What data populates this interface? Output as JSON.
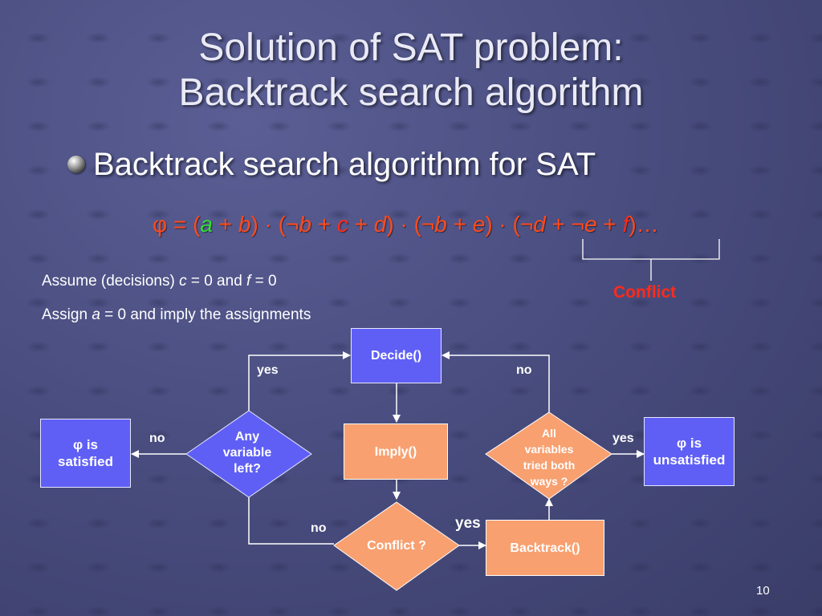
{
  "title": {
    "line1": "Solution of SAT problem:",
    "line2": "Backtrack search algorithm"
  },
  "bullet": "Backtrack search algorithm for SAT",
  "formula": {
    "p1": "φ = (",
    "a": "a",
    "p2": " + ",
    "b1": "b",
    "p3": ") · (¬",
    "b2": "b",
    "p4": " + ",
    "c": "c",
    "p5": " + ",
    "d1": "d",
    "p6": ") · (¬",
    "b3": "b",
    "p7": " + ",
    "e1": "e",
    "p8": ") · (¬",
    "d2": "d",
    "p9": " + ¬",
    "e2": "e",
    "p10": " + ",
    "f": "f",
    "p11": ")…"
  },
  "conflict_label": "Conflict",
  "assume": {
    "t1": "Assume (decisions) ",
    "c": "c",
    "t2": " = 0 and ",
    "f": "f",
    "t3": " = 0"
  },
  "assign": {
    "t1": "Assign ",
    "a": "a",
    "t2": " = 0 and imply the assignments"
  },
  "nodes": {
    "decide": "Decide()",
    "imply": "Imply()",
    "backtrack": "Backtrack()",
    "satisfied": {
      "l1": "φ is",
      "l2": "satisfied"
    },
    "unsatisfied": {
      "l1": "φ is",
      "l2": "unsatisfied"
    },
    "any_var": {
      "l1": "Any",
      "l2": "variable",
      "l3": "left?"
    },
    "conflict_q": "Conflict ?",
    "all_vars": {
      "l1": "All",
      "l2": "variables",
      "l3": "tried both",
      "l4": "ways ?"
    }
  },
  "edge_labels": {
    "yes_left": "yes",
    "no_right": "no",
    "no_sat": "no",
    "yes_unsat": "yes",
    "no_conflict": "no",
    "yes_conflict": "yes"
  },
  "page_number": "10",
  "colors": {
    "blue_box": "#5f5ff6",
    "orange_box": "#f8a070",
    "formula": "#ff4a1c",
    "highlight_green": "#33dd33",
    "highlight_red": "#ff2a1a"
  }
}
